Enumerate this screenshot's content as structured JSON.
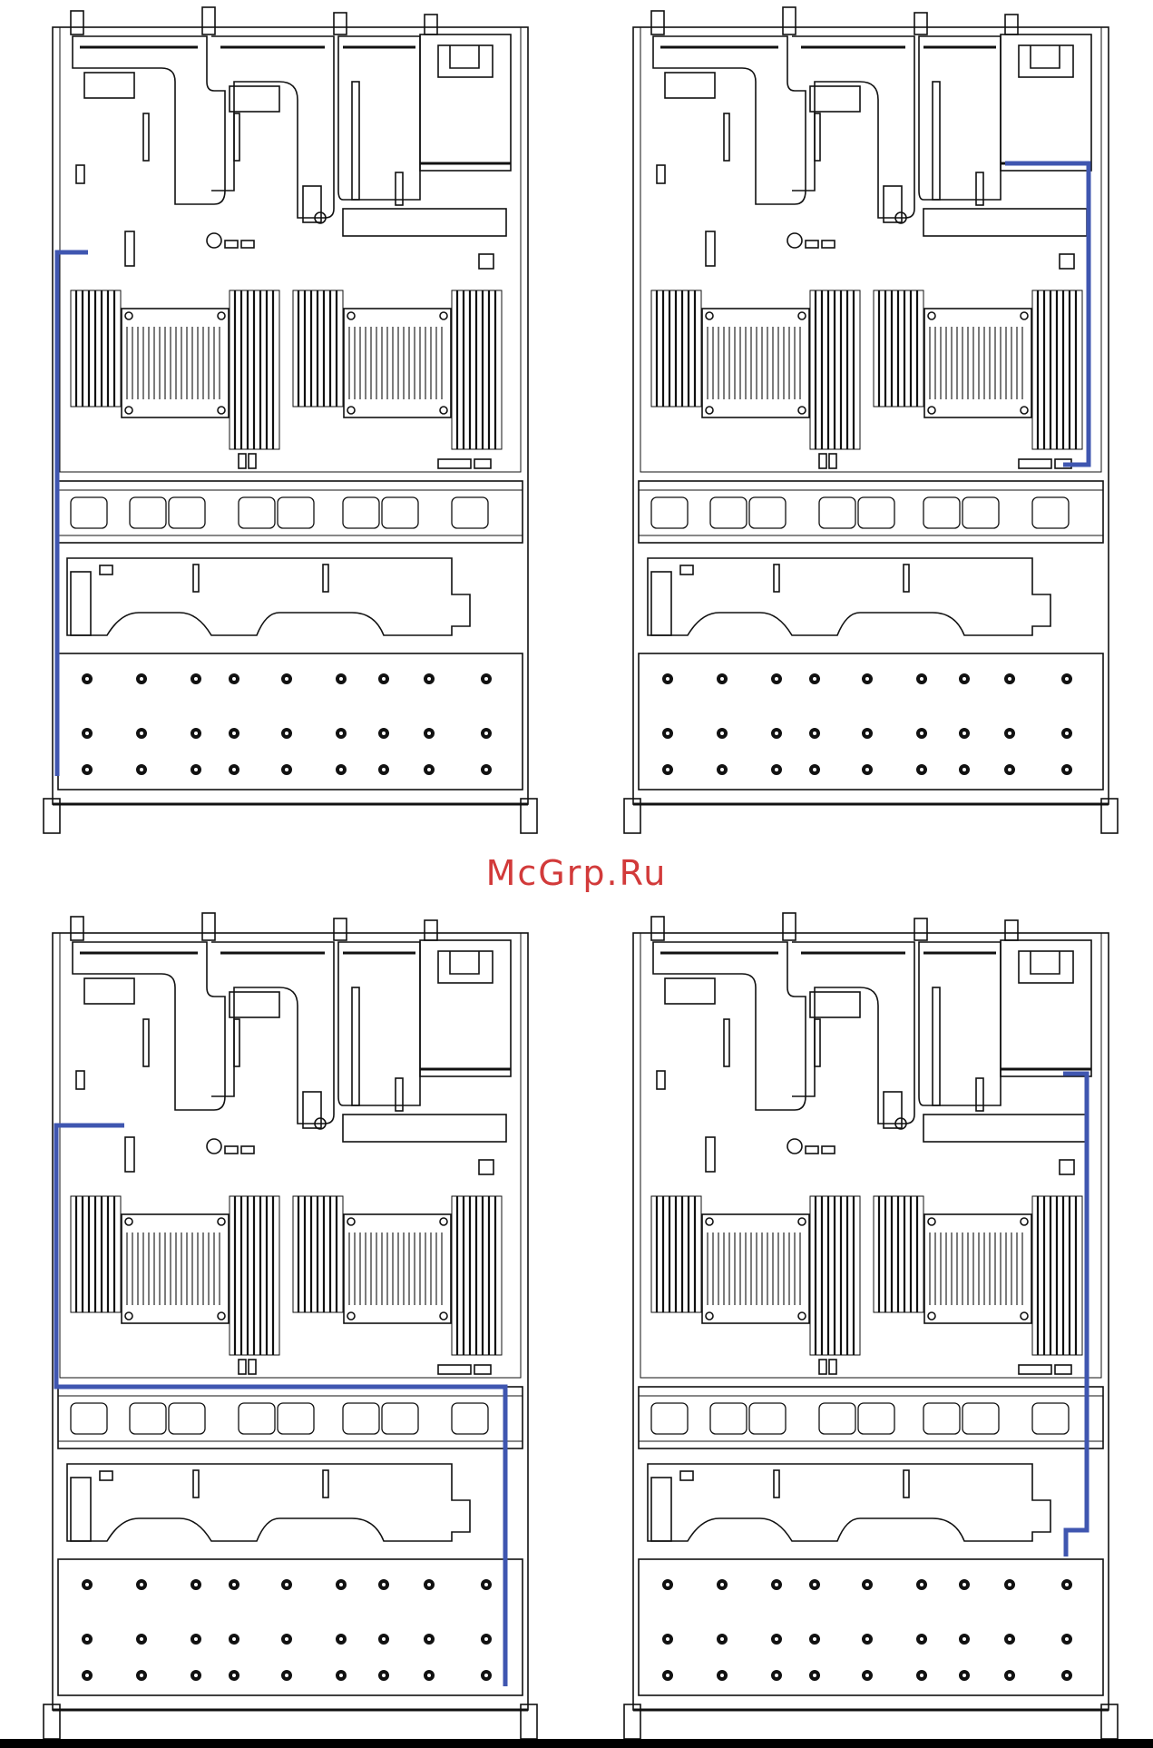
{
  "watermark": {
    "text": "McGrp.Ru",
    "color": "#d23a3a"
  },
  "colors": {
    "line": "#111111",
    "cable": "#3f56b0"
  },
  "panels": [
    {
      "id": "top-left",
      "route": "left-riser-to-front"
    },
    {
      "id": "top-right",
      "route": "right-riser-to-backplane-connector"
    },
    {
      "id": "bottom-left",
      "route": "left-riser-across-fans-to-front-right"
    },
    {
      "id": "bottom-right",
      "route": "right-riser-to-drive-cage"
    }
  ]
}
